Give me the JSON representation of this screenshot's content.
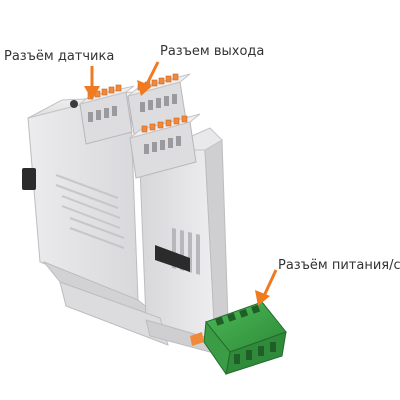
{
  "callouts": {
    "sensor_connector": "Разъём датчика",
    "output_connector": "Разъем выхода",
    "power_comm_connector": "Разъём питания/связи"
  },
  "colors": {
    "callout_arrow": "#f07a1f",
    "housing": "#e4e4e6",
    "housing_shadow": "#c9c9cc",
    "terminal_block_gray": "#dcdcde",
    "terminal_latch_orange": "#f08a3a",
    "plug_green": "#3fa84a",
    "plug_green_dark": "#2a7c34",
    "din_clip": "#2b2b2b"
  }
}
